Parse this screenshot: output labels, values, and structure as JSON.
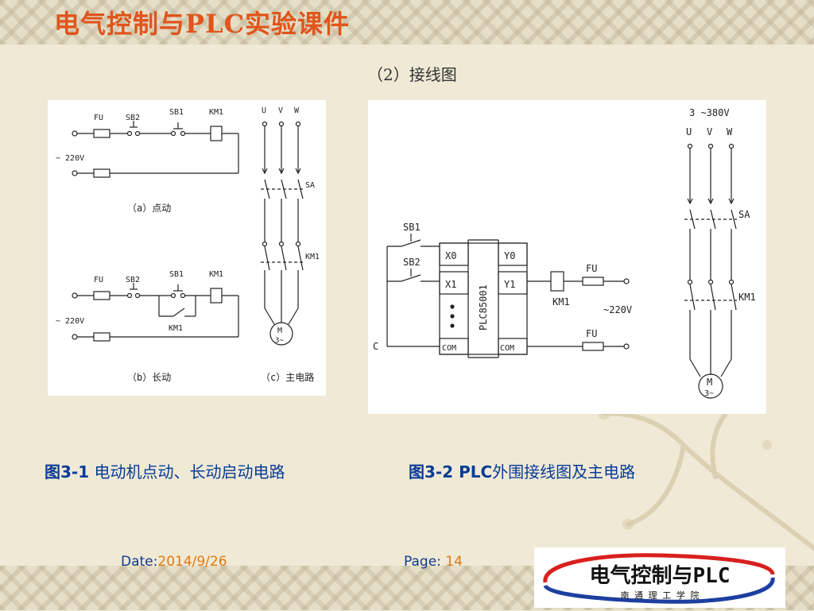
{
  "slide": {
    "title": "电气控制与PLC实验课件",
    "subtitle": "（2）接线图"
  },
  "fig1": {
    "fu": "FU",
    "sb2": "SB2",
    "sb1": "SB1",
    "km1": "KM1",
    "v220": "~ 220V",
    "u": "U",
    "v": "V",
    "w": "W",
    "sa": "SA",
    "label_a": "（a）点动",
    "label_b": "（b）长动",
    "label_c": "（c）主电路",
    "motor_m": "M",
    "motor_3": "3~"
  },
  "fig2": {
    "sb1": "SB1",
    "sb2": "SB2",
    "x0": "X0",
    "x1": "X1",
    "com_left": "COM",
    "y0": "Y0",
    "y1": "Y1",
    "com_right": "COM",
    "plc_model": "PLC85001",
    "km1": "KM1",
    "fu_top": "FU",
    "fu_bottom": "FU",
    "v220": "~220V",
    "c": "C",
    "supply": "3 ~380V",
    "u": "U",
    "v": "V",
    "w": "W",
    "sa": "SA",
    "km1_main": "KM1",
    "motor_m": "M",
    "motor_3": "3~"
  },
  "captions": {
    "fig1_num": "图3-1",
    "fig1_text": " 电动机点动、长动启动电路",
    "fig2_num": "图3-2 PLC",
    "fig2_text": "外围接线图及主电路"
  },
  "footer": {
    "date_label": "Date:",
    "date_value": "2014/9/26",
    "page_label": "Page:",
    "page_value": "14"
  },
  "logo": {
    "main": "电气控制与PLC",
    "sub": "南 通 理 工 学 院"
  },
  "colors": {
    "title": "#e1541b",
    "caption": "#073c96",
    "footer_value": "#e17a10"
  }
}
